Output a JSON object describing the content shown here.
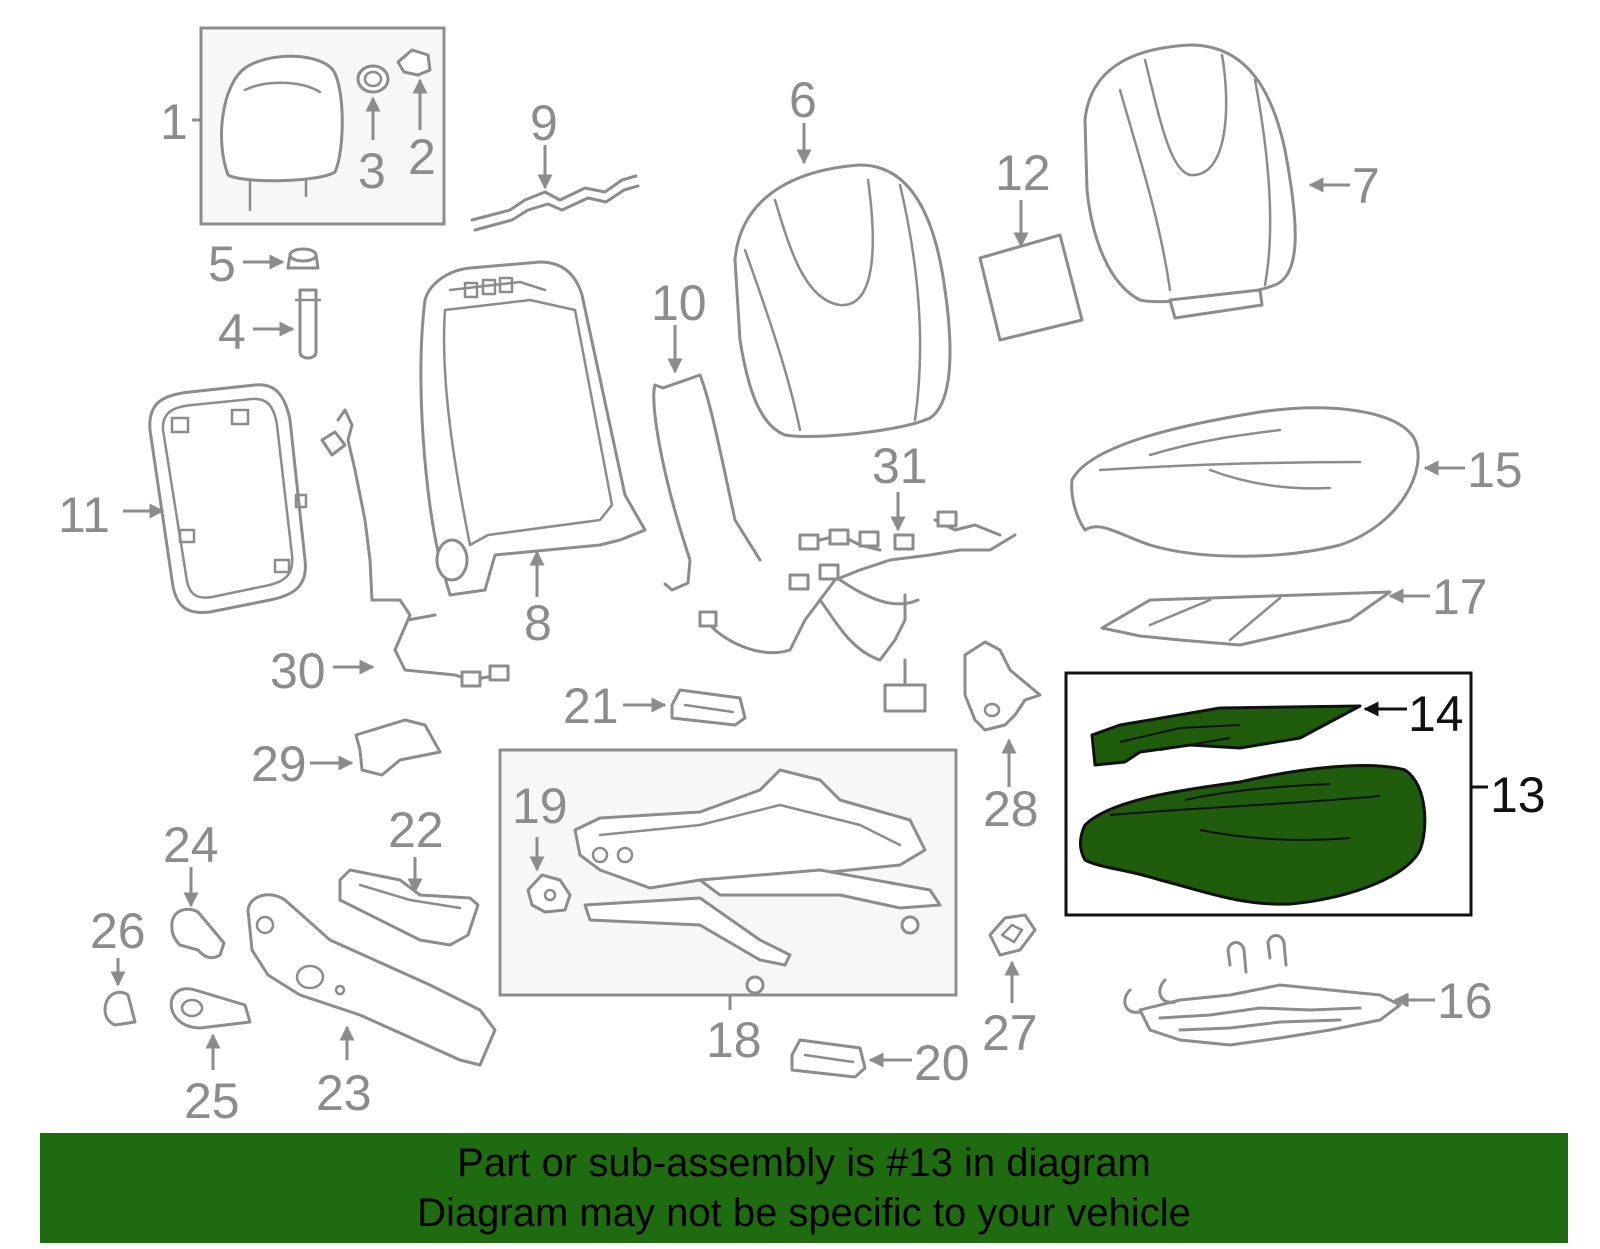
{
  "callouts": {
    "c1": "1",
    "c2": "2",
    "c3": "3",
    "c4": "4",
    "c5": "5",
    "c6": "6",
    "c7": "7",
    "c8": "8",
    "c9": "9",
    "c10": "10",
    "c11": "11",
    "c12": "12",
    "c13": "13",
    "c14": "14",
    "c15": "15",
    "c16": "16",
    "c17": "17",
    "c18": "18",
    "c19": "19",
    "c20": "20",
    "c21": "21",
    "c22": "22",
    "c23": "23",
    "c24": "24",
    "c25": "25",
    "c26": "26",
    "c27": "27",
    "c28": "28",
    "c29": "29",
    "c30": "30",
    "c31": "31"
  },
  "highlight": {
    "part": "13",
    "color": "#1f5c0b"
  },
  "banner": {
    "line1": "Part or sub-assembly is #13 in diagram",
    "line2": "Diagram may not be specific to your vehicle",
    "background": "#1f6b10"
  }
}
